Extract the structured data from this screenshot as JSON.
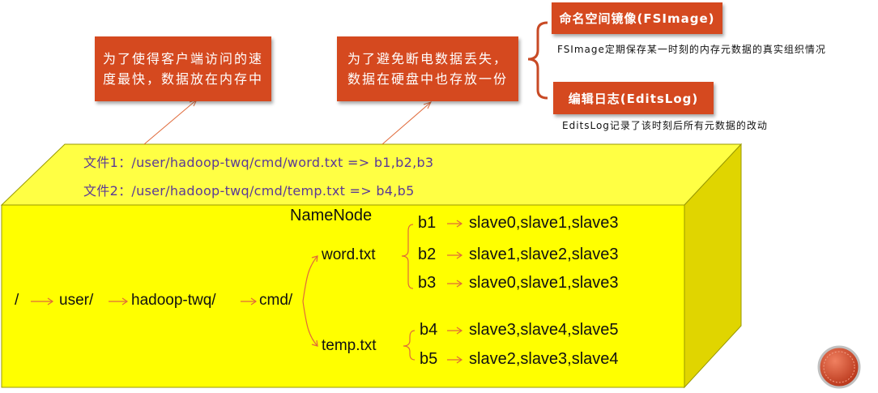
{
  "colors": {
    "box_front": "#FFFF00",
    "box_top": "#FFFF44",
    "box_side": "#E0D500",
    "callout": "#D5491F",
    "arrow": "#E06A3A",
    "file_text": "#5b3a96"
  },
  "callouts": [
    {
      "id": "speed",
      "lines": [
        "为了使得客户端访问的速",
        "度最快，数据放在内存中"
      ]
    },
    {
      "id": "safety",
      "lines": [
        "为了避免断电数据丢失，",
        "数据在硬盘中也存放一份"
      ]
    }
  ],
  "fsimage": {
    "title": "命名空间镜像(FSImage)",
    "desc": "FSImage定期保存某一时刻的内存元数据的真实组织情况"
  },
  "editslog": {
    "title": "编辑日志(EditsLog)",
    "desc": "EditsLog记录了该时刻后所有元数据的改动"
  },
  "files": [
    "文件1：/user/hadoop-twq/cmd/word.txt => b1,b2,b3",
    "文件2：/user/hadoop-twq/cmd/temp.txt => b4,b5"
  ],
  "namenode_label": "NameNode",
  "path": [
    "/",
    "user/",
    "hadoop-twq/",
    "cmd/"
  ],
  "tree": [
    {
      "file": "word.txt",
      "blocks": [
        {
          "id": "b1",
          "slaves": "slave0,slave1,slave3"
        },
        {
          "id": "b2",
          "slaves": "slave1,slave2,slave3"
        },
        {
          "id": "b3",
          "slaves": "slave0,slave1,slave3"
        }
      ]
    },
    {
      "file": "temp.txt",
      "blocks": [
        {
          "id": "b4",
          "slaves": "slave3,slave4,slave5"
        },
        {
          "id": "b5",
          "slaves": "slave2,slave3,slave4"
        }
      ]
    }
  ]
}
